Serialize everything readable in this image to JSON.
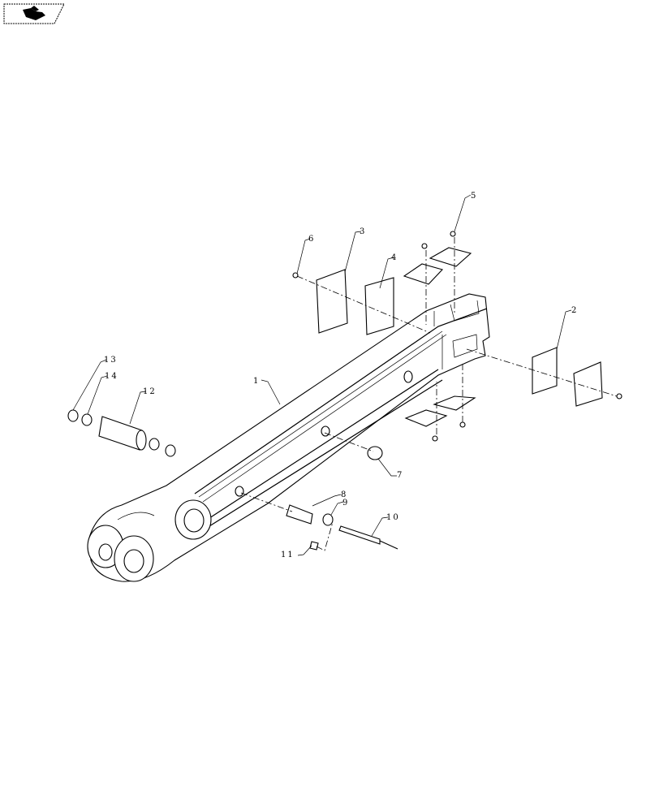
{
  "toolbar": {
    "nav_icon": "book-arrow-icon"
  },
  "diagram": {
    "callouts": {
      "c1": "1",
      "c2": "2",
      "c3": "3",
      "c4": "4",
      "c5": "5",
      "c6": "6",
      "c7": "7",
      "c8": "8",
      "c9": "9",
      "c10": "10",
      "c11": "11",
      "c12": "12",
      "c13": "13",
      "c14": "14"
    }
  }
}
